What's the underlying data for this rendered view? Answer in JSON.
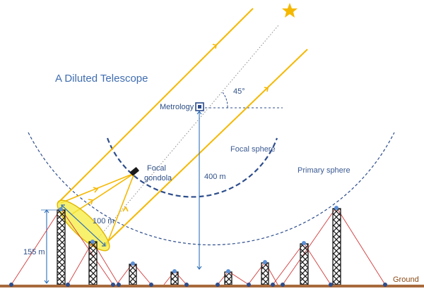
{
  "title": "A Diluted Telescope",
  "labels": {
    "metrology": "Metrology",
    "angle": "45°",
    "focal_sphere": "Focal sphere",
    "focal_gondola_line1": "Focal",
    "focal_gondola_line2": "gondola",
    "distance_400": "400 m",
    "primary_sphere": "Primary sphere",
    "distance_100": "100 m",
    "height_155": "155 m",
    "ground": "Ground"
  },
  "colors": {
    "beam": "#f5b800",
    "mirror_fill": "#f4ec3c",
    "sphere_line": "#2d4d8c",
    "measure_line": "#2f6fb8",
    "cable": "#d23a3a",
    "tower": "#1a1a1a",
    "ground": "#a86a3c",
    "star": "#f5b800",
    "title": "#3f6db0"
  },
  "icons": {
    "star": "star-icon",
    "metrology": "metrology-box-icon",
    "gondola": "gondola-icon"
  }
}
